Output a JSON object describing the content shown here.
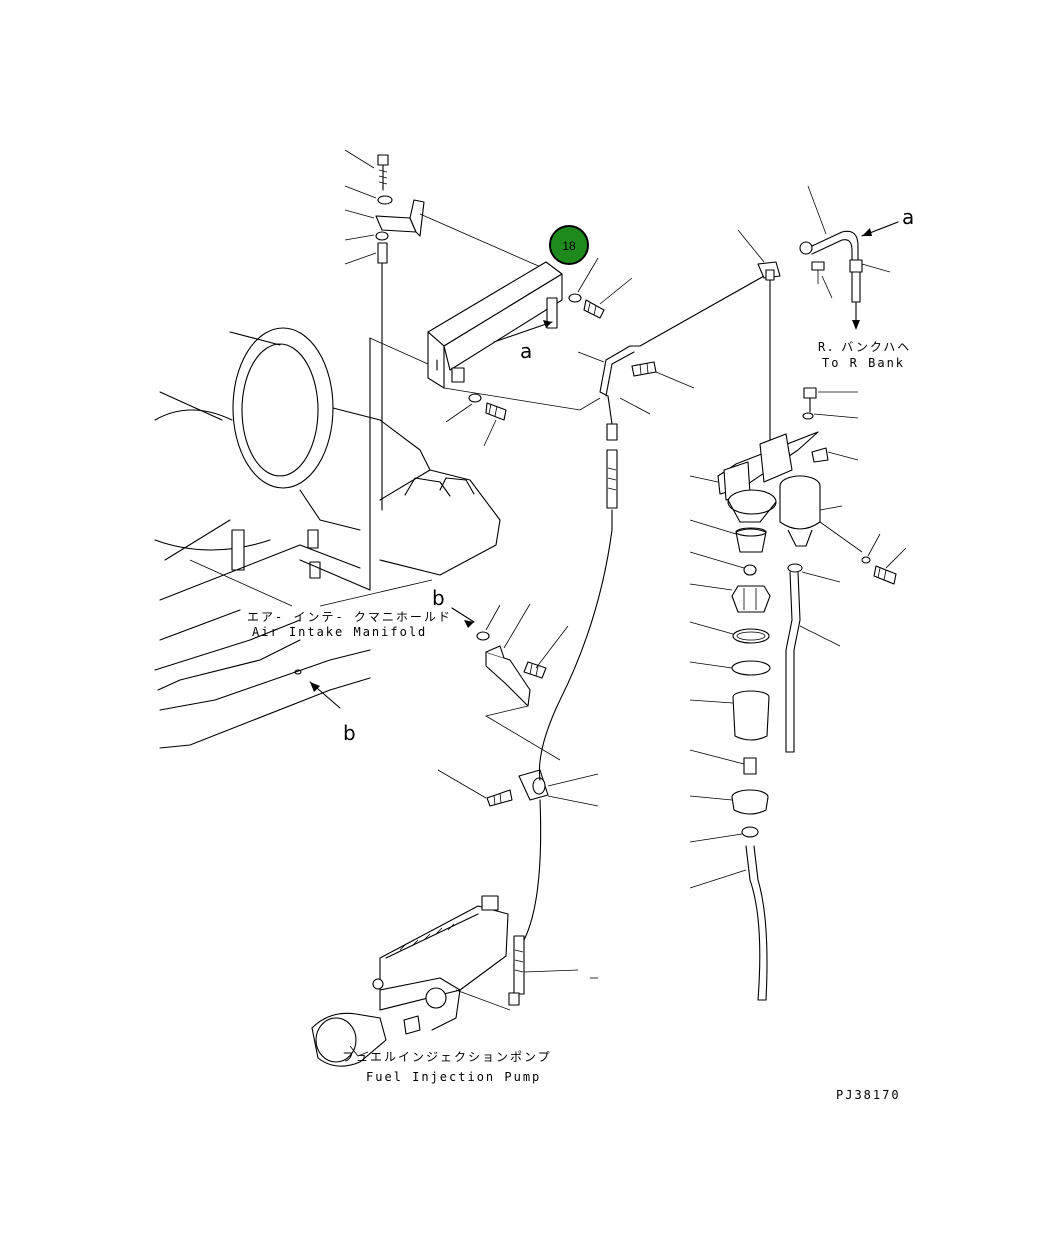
{
  "labels": {
    "air_intake_jp": "エア- インテ- クマニホールド",
    "air_intake_en": "Air Intake Manifold",
    "r_bank_jp": "R．バンクハヘ",
    "r_bank_en": "To R Bank",
    "fuel_pump_jp": "フュエルインジェクションポンプ",
    "fuel_pump_en": "Fuel Injection Pump",
    "drawing_code": "PJ38170",
    "ref_a": "a",
    "ref_b": "b"
  },
  "highlight_badge": {
    "number": "18",
    "color": "#1e8a1e"
  }
}
